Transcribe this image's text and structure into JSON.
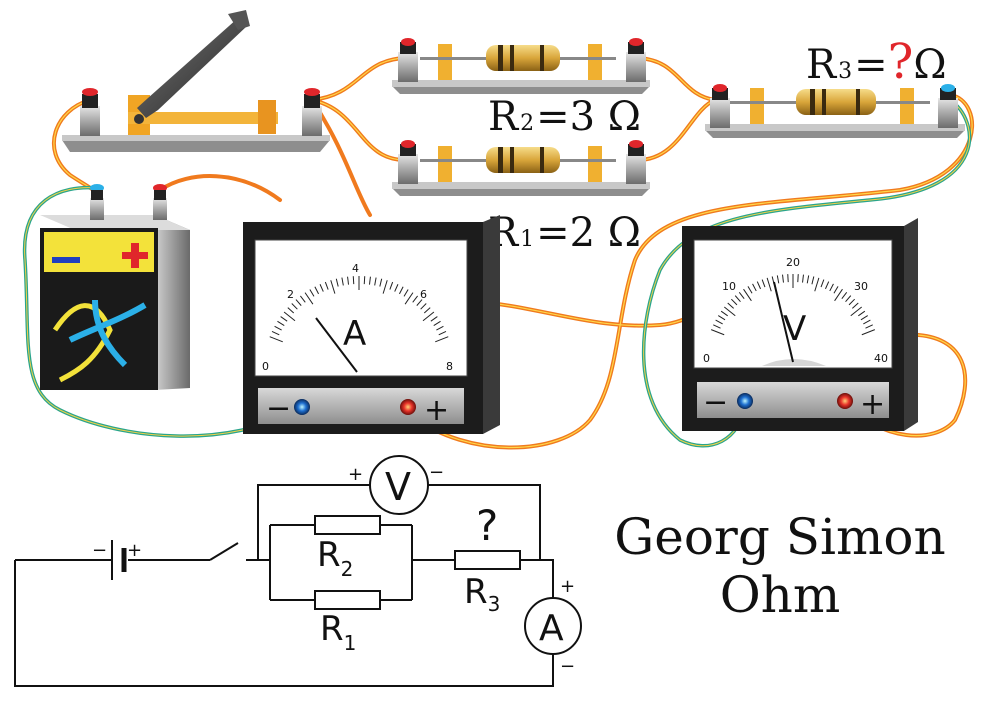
{
  "labels": {
    "r2": {
      "letter": "R",
      "sub": "2",
      "rest": "=3 Ω"
    },
    "r1": {
      "letter": "R",
      "sub": "1",
      "rest": "=2 Ω"
    },
    "r3": {
      "letter": "R",
      "sub": "3",
      "eq": "=",
      "q": "?",
      "unit": "Ω"
    }
  },
  "ammeter": {
    "unit": "A",
    "scale": [
      "0",
      "2",
      "4",
      "6",
      "8"
    ],
    "minus": "−",
    "plus": "+"
  },
  "voltmeter": {
    "unit": "V",
    "scale": [
      "0",
      "10",
      "20",
      "30",
      "40"
    ],
    "minus": "−",
    "plus": "+"
  },
  "schematic": {
    "battery_minus": "−",
    "battery_plus": "+",
    "v_symbol": "V",
    "v_plus": "+",
    "v_minus": "−",
    "a_symbol": "A",
    "a_plus": "+",
    "a_minus": "−",
    "r2_letter": "R",
    "r2_sub": "2",
    "r1_letter": "R",
    "r1_sub": "1",
    "r3_letter": "R",
    "r3_sub": "3",
    "r3_q": "?"
  },
  "title": {
    "line1": "Georg Simon",
    "line2": "Ohm"
  },
  "stock_id": "#255527777",
  "colors": {
    "wire_orange": "#f07a1e",
    "wire_green": "#2aa58c",
    "resistor_body": "#d9a63a",
    "accent_red": "#e0262b"
  }
}
